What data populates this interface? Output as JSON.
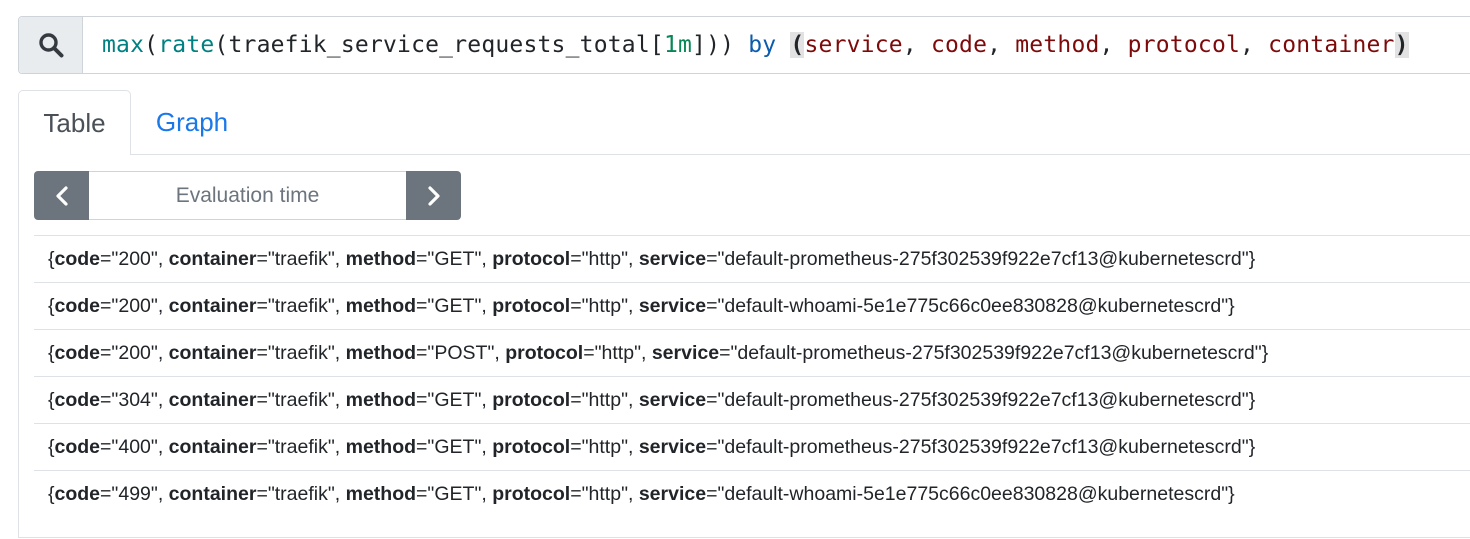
{
  "query": {
    "tokens": [
      {
        "text": "max",
        "type": "fn"
      },
      {
        "text": "(",
        "type": "plain"
      },
      {
        "text": "rate",
        "type": "fn"
      },
      {
        "text": "(traefik_service_requests_total[",
        "type": "plain"
      },
      {
        "text": "1m",
        "type": "num"
      },
      {
        "text": "])) ",
        "type": "plain"
      },
      {
        "text": "by",
        "type": "kw"
      },
      {
        "text": " ",
        "type": "plain"
      },
      {
        "text": "(",
        "type": "bracket"
      },
      {
        "text": "service",
        "type": "label"
      },
      {
        "text": ", ",
        "type": "plain"
      },
      {
        "text": "code",
        "type": "label"
      },
      {
        "text": ", ",
        "type": "plain"
      },
      {
        "text": "method",
        "type": "label"
      },
      {
        "text": ", ",
        "type": "plain"
      },
      {
        "text": "protocol",
        "type": "label"
      },
      {
        "text": ", ",
        "type": "plain"
      },
      {
        "text": "container",
        "type": "label"
      },
      {
        "text": ")",
        "type": "bracket"
      }
    ],
    "search_icon": "search-icon"
  },
  "tabs": {
    "table_label": "Table",
    "graph_label": "Graph"
  },
  "evaluation": {
    "placeholder": "Evaluation time",
    "prev_icon": "chevron-left-icon",
    "next_icon": "chevron-right-icon"
  },
  "results": [
    {
      "code": "200",
      "container": "traefik",
      "method": "GET",
      "protocol": "http",
      "service": "default-prometheus-275f302539f922e7cf13@kubernetescrd"
    },
    {
      "code": "200",
      "container": "traefik",
      "method": "GET",
      "protocol": "http",
      "service": "default-whoami-5e1e775c66c0ee830828@kubernetescrd"
    },
    {
      "code": "200",
      "container": "traefik",
      "method": "POST",
      "protocol": "http",
      "service": "default-prometheus-275f302539f922e7cf13@kubernetescrd"
    },
    {
      "code": "304",
      "container": "traefik",
      "method": "GET",
      "protocol": "http",
      "service": "default-prometheus-275f302539f922e7cf13@kubernetescrd"
    },
    {
      "code": "400",
      "container": "traefik",
      "method": "GET",
      "protocol": "http",
      "service": "default-prometheus-275f302539f922e7cf13@kubernetescrd"
    },
    {
      "code": "499",
      "container": "traefik",
      "method": "GET",
      "protocol": "http",
      "service": "default-whoami-5e1e775c66c0ee830828@kubernetescrd"
    }
  ]
}
